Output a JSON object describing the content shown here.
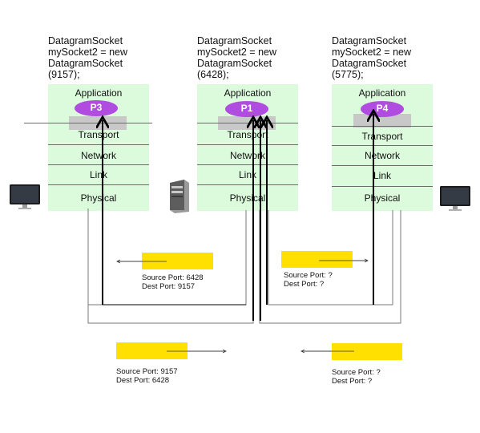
{
  "hosts": [
    {
      "code": "DatagramSocket\nmySocket2 = new\nDatagramSocket\n(9157);",
      "process": "P3",
      "layers": [
        "Application",
        "Transport",
        "Network",
        "Link",
        "Physical"
      ],
      "icon": "desktop-monitor-icon"
    },
    {
      "code": "DatagramSocket\nmySocket2 = new\nDatagramSocket\n(6428);",
      "process": "P1",
      "layers": [
        "Application",
        "Transport",
        "Network",
        "Link",
        "Physical"
      ],
      "icon": "server-tower-icon"
    },
    {
      "code": "DatagramSocket\nmySocket2 = new\nDatagramSocket\n(5775);",
      "process": "P4",
      "layers": [
        "Application",
        "Transport",
        "Network",
        "Link",
        "Physical"
      ],
      "icon": "desktop-monitor-icon"
    }
  ],
  "segments": [
    {
      "label": "Source Port: 6428\nDest Port: 9157",
      "direction": "left"
    },
    {
      "label": "Source Port: ?\nDest Port: ?",
      "direction": "right"
    },
    {
      "label": "Source Port: 9157\nDest Port: 6428",
      "direction": "right"
    },
    {
      "label": "Source Port: ?\nDest Port: ?",
      "direction": "left"
    }
  ],
  "colors": {
    "layer_background": "#dcfadc",
    "process": "#b04ce0",
    "socket": "#c8c8c8",
    "segment_header": "#ffe000",
    "wire": "#000000",
    "link_line": "#7a7a7a"
  }
}
